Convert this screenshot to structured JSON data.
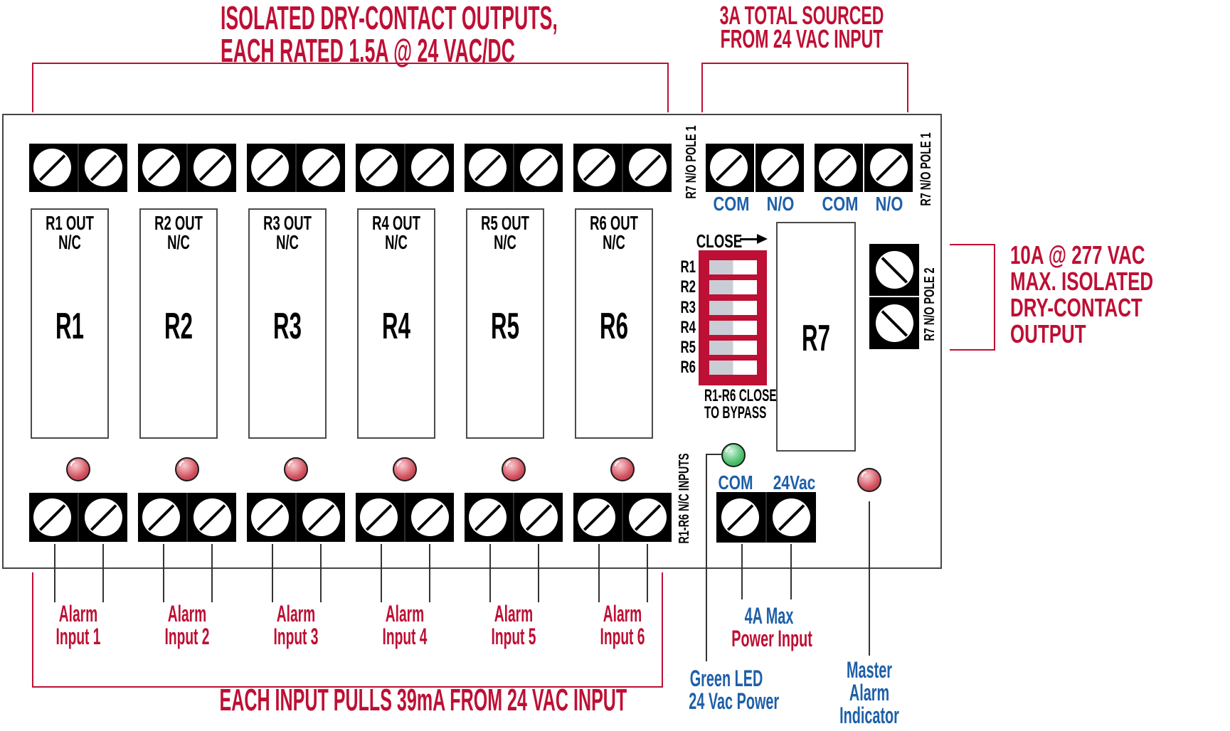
{
  "colors": {
    "accent_red": "#BE0F34",
    "accent_blue": "#1D5FA8",
    "terminal_black": "#000000",
    "dip_slider_gray": "#C9CED6",
    "led_red": "#C84A55",
    "led_green": "#3FAF62"
  },
  "annotations": {
    "outputs_line1": "ISOLATED DRY-CONTACT OUTPUTS,",
    "outputs_line2": "EACH RATED 1.5A @ 24 VAC/DC",
    "sourced_line1": "3A TOTAL SOURCED",
    "sourced_line2": "FROM 24 VAC INPUT",
    "isolated_line1": "10A @ 277 VAC",
    "isolated_line2": "MAX. ISOLATED",
    "isolated_line3": "DRY-CONTACT",
    "isolated_line4": "OUTPUT",
    "each_input": "EACH INPUT PULLS 39mA FROM 24 VAC INPUT"
  },
  "relays": [
    {
      "out": "R1 OUT",
      "nc": "N/C",
      "label": "R1",
      "alarm_line1": "Alarm",
      "alarm_line2": "Input 1"
    },
    {
      "out": "R2 OUT",
      "nc": "N/C",
      "label": "R2",
      "alarm_line1": "Alarm",
      "alarm_line2": "Input 2"
    },
    {
      "out": "R3 OUT",
      "nc": "N/C",
      "label": "R3",
      "alarm_line1": "Alarm",
      "alarm_line2": "Input 3"
    },
    {
      "out": "R4 OUT",
      "nc": "N/C",
      "label": "R4",
      "alarm_line1": "Alarm",
      "alarm_line2": "Input 4"
    },
    {
      "out": "R5 OUT",
      "nc": "N/C",
      "label": "R5",
      "alarm_line1": "Alarm",
      "alarm_line2": "Input 5"
    },
    {
      "out": "R6 OUT",
      "nc": "N/C",
      "label": "R6",
      "alarm_line1": "Alarm",
      "alarm_line2": "Input 6"
    }
  ],
  "r7": {
    "label": "R7",
    "pole1": "R7 N/O POLE 1",
    "pole2": "R7 N/O POLE 2",
    "com": "COM",
    "no": "N/O"
  },
  "dip": {
    "close": "CLOSE",
    "rows": [
      "R1",
      "R2",
      "R3",
      "R4",
      "R5",
      "R6"
    ],
    "caption_line1": "R1-R6 CLOSE",
    "caption_line2": "TO BYPASS"
  },
  "inputs_vertical": "R1-R6 N/C INPUTS",
  "power": {
    "com": "COM",
    "vac": "24Vac",
    "caption_line1": "4A Max",
    "caption_line2": "Power Input"
  },
  "green_led": {
    "caption_line1": "Green LED",
    "caption_line2": "24 Vac Power"
  },
  "master": {
    "caption_line1": "Master",
    "caption_line2": "Alarm",
    "caption_line3": "Indicator"
  }
}
